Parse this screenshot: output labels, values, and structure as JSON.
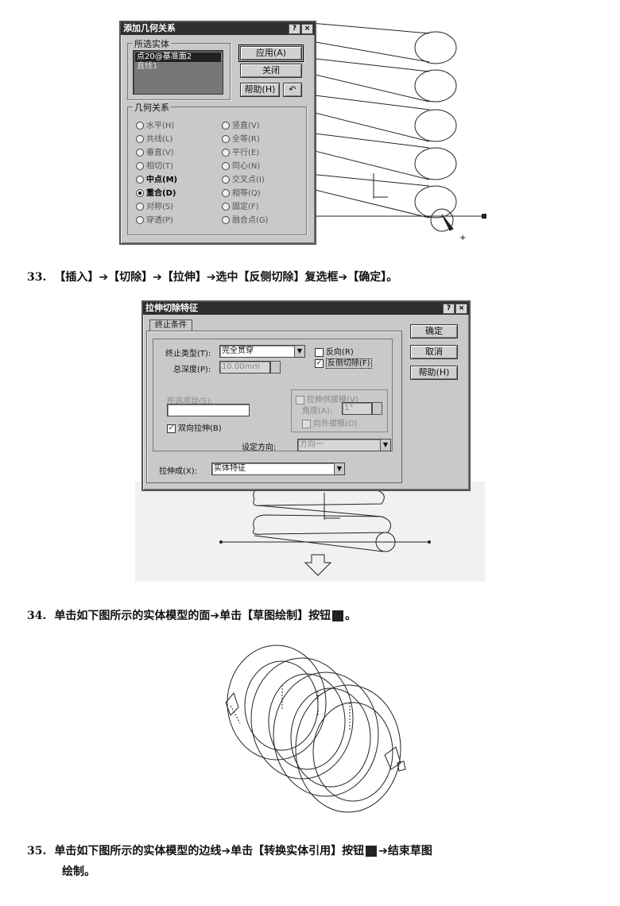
{
  "dialog1": {
    "title": "添加几何关系",
    "help_btn": "?",
    "close_btn": "×",
    "selected_group_label": "所选实体",
    "selected_entities": [
      "点20@基准面2",
      "直线1"
    ],
    "apply_button": "应用(A)",
    "close_button": "关闭",
    "help_button": "帮助(H)",
    "undo_icon": "undo-icon",
    "relations_group_label": "几何关系",
    "relations_left": [
      {
        "label": "水平(H)",
        "state": "disabled"
      },
      {
        "label": "共线(L)",
        "state": "disabled"
      },
      {
        "label": "垂直(V)",
        "state": "disabled"
      },
      {
        "label": "相切(T)",
        "state": "disabled"
      },
      {
        "label": "中点(M)",
        "state": "enabled"
      },
      {
        "label": "重合(D)",
        "state": "selected"
      },
      {
        "label": "对称(S)",
        "state": "disabled"
      },
      {
        "label": "穿透(P)",
        "state": "disabled"
      }
    ],
    "relations_right": [
      {
        "label": "竖直(V)",
        "state": "disabled"
      },
      {
        "label": "全等(R)",
        "state": "disabled"
      },
      {
        "label": "平行(E)",
        "state": "disabled"
      },
      {
        "label": "同心(N)",
        "state": "disabled"
      },
      {
        "label": "交叉点(I)",
        "state": "disabled"
      },
      {
        "label": "相等(Q)",
        "state": "disabled"
      },
      {
        "label": "固定(F)",
        "state": "disabled"
      },
      {
        "label": "融合点(G)",
        "state": "disabled"
      }
    ]
  },
  "step33": {
    "number": "33.",
    "text": "【插入】➔【切除】➔【拉伸】➔选中【反侧切除】复选框➔【确定】。"
  },
  "dialog2": {
    "title": "拉伸切除特征",
    "help_btn": "?",
    "close_btn": "×",
    "tab": "终止条件",
    "ok_button": "确定",
    "cancel_button": "取消",
    "help_button": "帮助(H)",
    "end_type_label": "终止类型(T):",
    "end_type_value": "完全贯穿",
    "total_depth_label": "总深度(P):",
    "total_depth_value": "10.00mm",
    "reverse_label": "反向(R)",
    "flip_side_label": "反侧切除(F)",
    "selected_items_label": "所选项目(S):",
    "draft_label": "拉伸供拔模(V)",
    "angle_label": "角度(A):",
    "angle_value": "1°",
    "draft_outward_label": "向外拔模(O)",
    "bidirectional_label": "双向拉伸(B)",
    "set_direction_label": "设定方向:",
    "direction_value": "方向一",
    "extrude_as_label": "拉伸成(X):",
    "extrude_as_value": "实体特征"
  },
  "step34": {
    "number": "34.",
    "text": "单击如下图所示的实体模型的面➔单击【草图绘制】按钮",
    "tail": "。"
  },
  "step35": {
    "number": "35.",
    "text": "单击如下图所示的实体模型的边线➔单击【转换实体引用】按钮",
    "tail": "➔结束草图",
    "line2": "绘制。"
  }
}
